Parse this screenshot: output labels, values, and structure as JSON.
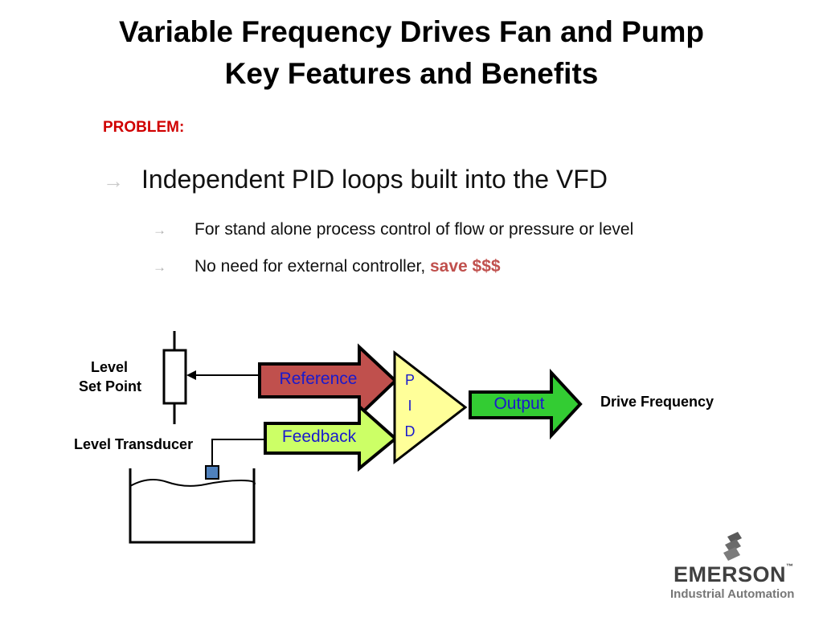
{
  "title": {
    "line1": "Variable Frequency Drives Fan and Pump",
    "line2": "Key Features and Benefits"
  },
  "problem_label": "PROBLEM:",
  "bullets": {
    "main": "Independent PID loops built into the VFD",
    "sub1": "For stand alone process control of flow or pressure or level",
    "sub2_text": "No need for external controller, ",
    "sub2_highlight": "save $$$"
  },
  "diagram": {
    "setpoint_label_1": "Level",
    "setpoint_label_2": "Set Point",
    "transducer_label": "Level Transducer",
    "reference_label": "Reference",
    "feedback_label": "Feedback",
    "pid_p": "P",
    "pid_i": "I",
    "pid_d": "D",
    "output_label": "Output",
    "drive_frequency_label": "Drive Frequency",
    "colors": {
      "reference_fill": "#c0504d",
      "feedback_fill": "#ccff66",
      "output_fill": "#33cc33",
      "pid_fill": "#ffff99",
      "sensor_fill": "#4f81bd"
    }
  },
  "logo": {
    "name": "EMERSON",
    "tm": "™",
    "subtitle": "Industrial Automation"
  }
}
